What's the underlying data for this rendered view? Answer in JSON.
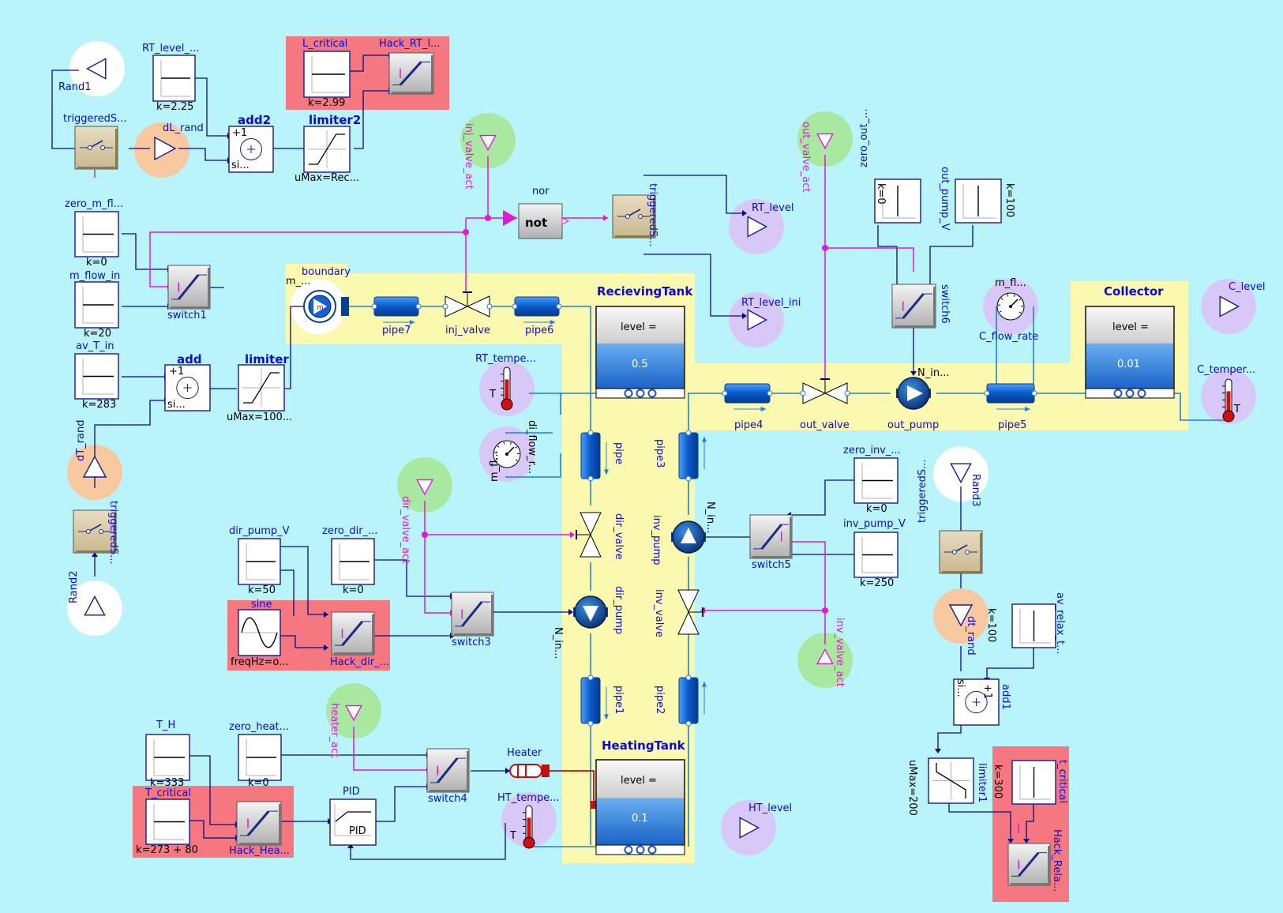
{
  "diagram": {
    "colors": {
      "background": "#b8f4fa",
      "fluid_area": "#fbf8b0",
      "attack_highlight": "#f57880",
      "rand_halo": "#ffffff",
      "dist_halo": "#f8c8a0",
      "actuator_halo": "#a8e8a0",
      "sensor_halo": "#d8c8f8",
      "signal_line": "#0a0a80",
      "boolean_line": "#e018d8",
      "fluid_line": "#2080e0",
      "pipe": "#1070d8",
      "tank_fluid": "#3c8ee0",
      "heat_line": "#c01010"
    },
    "labels": {
      "rand1": "Rand1",
      "rand2": "Rand2",
      "rand3": "Rand3",
      "triggered1": "triggeredS...",
      "triggered2": "triggeredS...",
      "triggered3": "triggeredS...",
      "triggered4": "triggeredS...",
      "dL_rand": "dL_rand",
      "dT_rand": "dT_rand",
      "dt_rand": "dt_rand",
      "rt_level_const": "RT_level_...",
      "rt_level_k": "k=2.25",
      "l_critical": "L_critical",
      "l_critical_k": "k=2.99",
      "hack_rt": "Hack_RT_l...",
      "add2": "add2",
      "add2_plus": "+1",
      "add2_si": "si...",
      "limiter2": "limiter2",
      "limiter2_param": "uMax=Rec...",
      "zero_m_flow": "zero_m_fl...",
      "zero_m_flow_k": "k=0",
      "m_flow_in": "m_flow_in",
      "m_flow_in_k": "k=20",
      "switch1": "switch1",
      "av_T_in": "av_T_in",
      "av_T_in_k": "k=283",
      "add": "add",
      "add_plus": "+1",
      "add_si": "si...",
      "limiter": "limiter",
      "limiter_param": "uMax=100...",
      "boundary": "boundary",
      "boundary_port": "m_...",
      "pipe7": "pipe7",
      "inj_valve": "inj_valve",
      "pipe6": "pipe6",
      "inj_valve_act": "inj_valve_act",
      "nor": "nor",
      "not_text": "not",
      "rt_level_out": "RT_level",
      "rt_level_ini": "RT_level_ini",
      "receiving_tank": "RecievingTank",
      "level_eq": "level =",
      "rt_value": "0.5",
      "rt_temp": "RT_tempe...",
      "temp_T": "T",
      "out_valve_act": "out_valve_act",
      "zero_out": "zero_out_...",
      "zero_out_k": "k=0",
      "out_pump_V": "out_pump_V",
      "out_pump_k": "k=100",
      "switch6": "switch6",
      "pump_port": "N_in...",
      "pipe4": "pipe4",
      "out_valve": "out_valve",
      "out_pump": "out_pump",
      "pipe5": "pipe5",
      "c_flow_rate": "C_flow_rate",
      "c_flow_sensor": "m_fl...",
      "collector": "Collector",
      "c_value": "0.01",
      "c_level": "C_level",
      "c_temp": "C_temper...",
      "di_flow": "di_flow_r...",
      "m_fl_side": "m_fl...",
      "pipe": "pipe",
      "pipe3": "pipe3",
      "dir_valve": "dir_valve",
      "dir_valve_act": "dir_valve_act",
      "inv_pump": "inv_pump",
      "zero_inv": "zero_inv_...",
      "zero_inv_k": "k=0",
      "inv_pump_V": "inv_pump_V",
      "inv_pump_k": "k=250",
      "switch5": "switch5",
      "dir_pump_V": "dir_pump_V",
      "dir_pump_k": "k=50",
      "zero_dir": "zero_dir_...",
      "zero_dir_k": "k=0",
      "sine": "sine",
      "sine_param": "freqHz=o...",
      "hack_dir": "Hack_dir_...",
      "switch3": "switch3",
      "dir_pump": "dir_pump",
      "inv_valve": "inv_valve",
      "inv_valve_act": "inv_valve_act",
      "pipe1": "pipe1",
      "pipe2": "pipe2",
      "av_relax": "av_relax_t...",
      "av_relax_k": "k=100",
      "add1": "add1",
      "add1_plus": "+1",
      "add1_si": "si...",
      "limiter1": "limiter1",
      "limiter1_param": "uMax=200",
      "t_critical_right": "t_critical",
      "t_critical_right_k": "k=300",
      "hack_relax": "Hack_Rela...",
      "heater_act": "heater_act",
      "heater": "Heater",
      "heating_tank": "HeatingTank",
      "ht_value": "0.1",
      "ht_temp": "HT_tempe...",
      "ht_level": "HT_level",
      "T_H": "T_H",
      "T_H_k": "k=333",
      "zero_heat": "zero_heat...",
      "zero_heat_k": "k=0",
      "t_critical": "T_critical",
      "t_critical_k": "k=273 + 80",
      "hack_heat": "Hack_Hea...",
      "pid": "PID",
      "pid_inner": "PID",
      "switch4": "switch4"
    }
  }
}
